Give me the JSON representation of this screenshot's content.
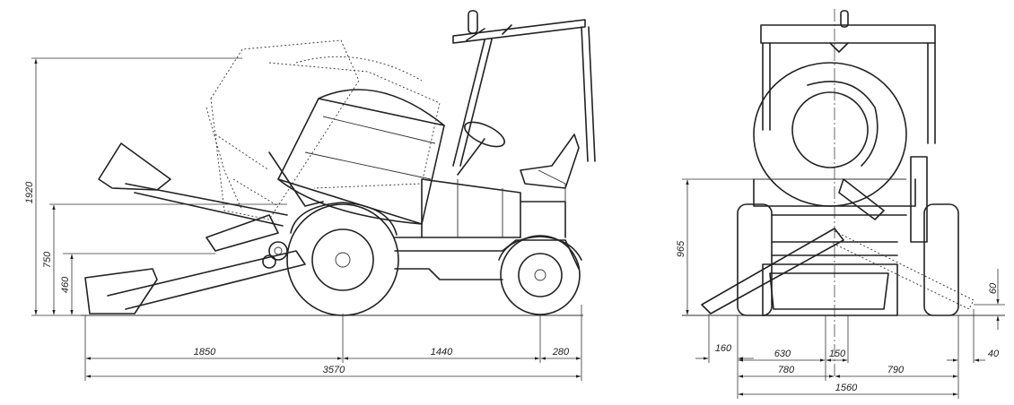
{
  "side_view": {
    "dims": {
      "height_max": "1920",
      "height_discharge": "750",
      "height_chute_low": "460",
      "front_to_axle": "1850",
      "wheelbase": "1440",
      "rear_overhang": "280",
      "total_length": "3570"
    }
  },
  "front_view": {
    "dims": {
      "height_discharge": "965",
      "chute_low": "60",
      "chute_offset_left": "160",
      "left_half_inner": "630",
      "center_offset": "150",
      "left_half": "780",
      "right_half": "790",
      "right_offset": "40",
      "total_width": "1560"
    }
  }
}
